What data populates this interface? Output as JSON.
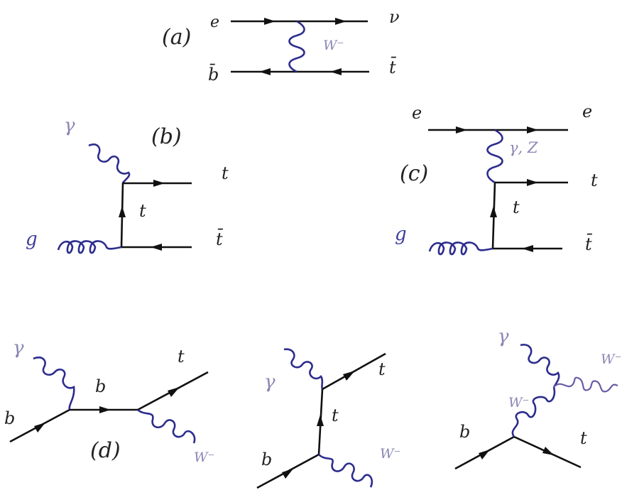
{
  "colors": {
    "fermion": "#111111",
    "boson": "#2c2c8e",
    "label_dark": "#222222",
    "label_light": "#8a86b6",
    "gluon_label": "#3d3d9c"
  },
  "diagram_a": {
    "tag": "(a)",
    "e": "e",
    "nu": "ν",
    "bbar": "b̄",
    "tbar": "t̄",
    "w": "W⁻"
  },
  "diagram_b": {
    "tag": "(b)",
    "gamma": "γ",
    "t_out": "t",
    "t_prop": "t",
    "tbar": "t̄",
    "g": "g"
  },
  "diagram_c": {
    "tag": "(c)",
    "e_in": "e",
    "e_out": "e",
    "gz": "γ, Z",
    "t_out": "t",
    "t_prop": "t",
    "tbar": "t̄",
    "g": "g"
  },
  "diagram_d1": {
    "tag": "(d)",
    "gamma": "γ",
    "b_in": "b",
    "b_prop": "b",
    "t": "t",
    "w": "W⁻"
  },
  "diagram_d2": {
    "gamma": "γ",
    "t_out": "t",
    "t_prop": "t",
    "b": "b",
    "w": "W⁻"
  },
  "diagram_d3": {
    "gamma": "γ",
    "w_out": "W⁻",
    "w_int": "W⁻",
    "b": "b",
    "t": "t"
  }
}
